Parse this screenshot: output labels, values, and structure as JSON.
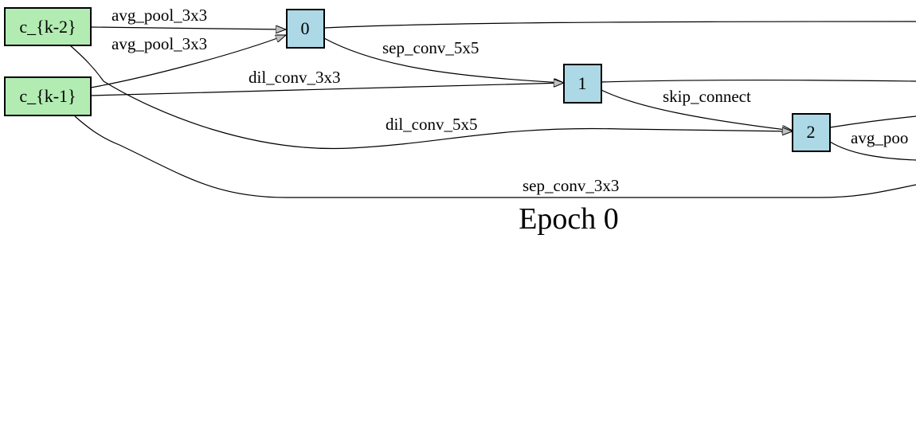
{
  "title": "Epoch 0",
  "colors": {
    "input_fill": "#b3ecb3",
    "node_fill": "#add8e6",
    "stroke": "#000000",
    "arrow_fill": "#c0c0c0"
  },
  "nodes": [
    {
      "id": "ck2",
      "label": "c_{k-2}",
      "kind": "input"
    },
    {
      "id": "ck1",
      "label": "c_{k-1}",
      "kind": "input"
    },
    {
      "id": "n0",
      "label": "0",
      "kind": "intermediate"
    },
    {
      "id": "n1",
      "label": "1",
      "kind": "intermediate"
    },
    {
      "id": "n2",
      "label": "2",
      "kind": "intermediate"
    }
  ],
  "edges": [
    {
      "from": "c_{k-2}",
      "to": "0",
      "label": "avg_pool_3x3"
    },
    {
      "from": "c_{k-1}",
      "to": "0",
      "label": "avg_pool_3x3"
    },
    {
      "from": "0",
      "to": "1",
      "label": "sep_conv_5x5"
    },
    {
      "from": "c_{k-1}",
      "to": "1",
      "label": "dil_conv_3x3"
    },
    {
      "from": "1",
      "to": "2",
      "label": "skip_connect"
    },
    {
      "from": "c_{k-2}",
      "to": "2",
      "label": "dil_conv_5x5"
    },
    {
      "from": "2",
      "to": "",
      "label": "avg_poo"
    },
    {
      "from": "c_{k-1}",
      "to": "",
      "label": "sep_conv_3x3"
    },
    {
      "from": "0",
      "to": "",
      "label": ""
    },
    {
      "from": "1",
      "to": "",
      "label": ""
    },
    {
      "from": "2",
      "to": "",
      "label": ""
    }
  ]
}
